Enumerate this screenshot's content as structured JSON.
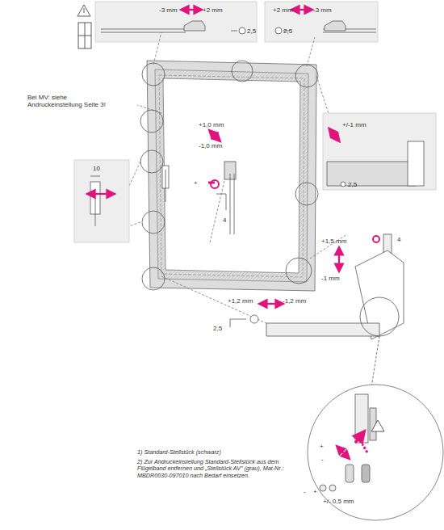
{
  "diagram": {
    "labels": [
      "-3 mm",
      "+2 mm",
      "2,5",
      "+2 mm",
      "-3 mm",
      "2,5",
      "Bei MV: siehe Andruckeinstellung Seite 3!",
      "10",
      "+1,0 mm",
      "-1,0 mm",
      "+",
      "4",
      "+/-1 mm",
      "2,5",
      "+1,5 mm",
      "4",
      "-1 mm",
      "+1,2 mm",
      "-1,2 mm",
      "2,5",
      "+",
      "-",
      "+",
      "-",
      "+/- 0,5 mm",
      "1) Standard-Stellstück (schwarz)",
      "2) Zur Andruckeinstellung Standard-Stellstück aus dem Flügelband entfernen und „Stellstück AV\" (grau), Mat-Nr.: MBDR0030-097010 nach Bedarf einsetzen."
    ]
  }
}
